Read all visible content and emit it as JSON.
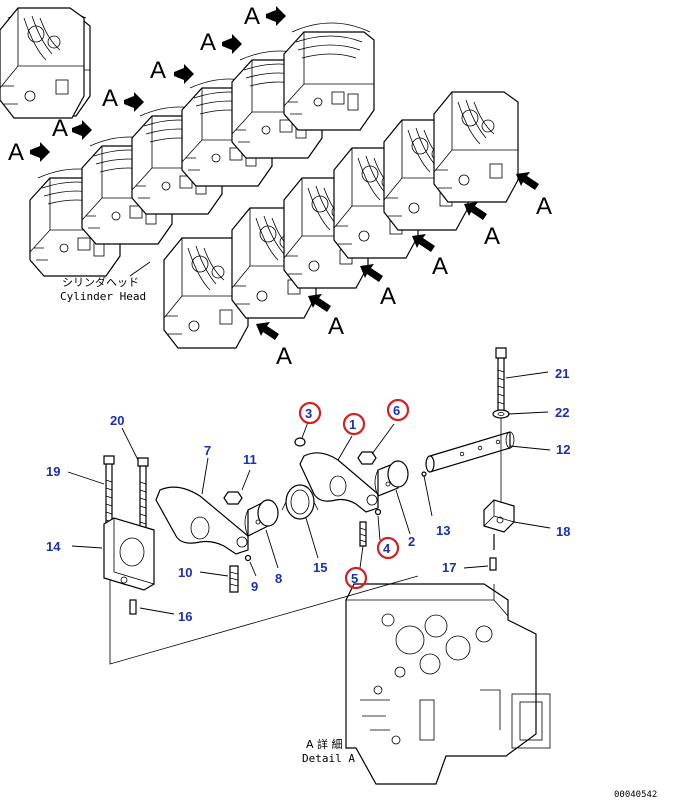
{
  "labels": {
    "cylinder_head_jp": "シリンダヘッド",
    "cylinder_head_en": "Cylinder Head",
    "detail_jp": "A 詳 細",
    "detail_en": "Detail A",
    "drawing_number": "00040542",
    "view_marker": "A"
  },
  "parts": {
    "p1": "1",
    "p2": "2",
    "p3": "3",
    "p4": "4",
    "p5": "5",
    "p6": "6",
    "p7": "7",
    "p8": "8",
    "p9": "9",
    "p10": "10",
    "p11": "11",
    "p12": "12",
    "p13": "13",
    "p14": "14",
    "p15": "15",
    "p16": "16",
    "p17": "17",
    "p18": "18",
    "p19": "19",
    "p20": "20",
    "p21": "21",
    "p22": "22"
  },
  "highlighted_parts": [
    "1",
    "3",
    "4",
    "5",
    "6"
  ],
  "colors": {
    "callout_text": "#1a2fb8",
    "highlight_circle": "#d42020",
    "line": "#000000"
  }
}
